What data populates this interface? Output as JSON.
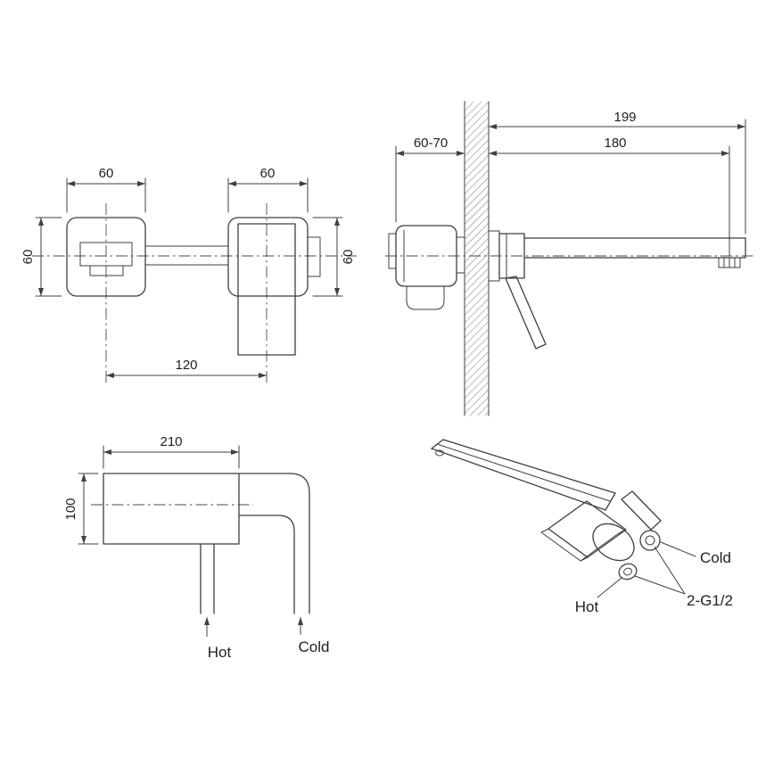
{
  "colors": {
    "line": "#3f3f3f",
    "text": "#1f1f1f",
    "background": "#ffffff"
  },
  "front_view": {
    "dim_left_plate_width": "60",
    "dim_right_plate_width": "60",
    "dim_left_plate_height": "60",
    "dim_right_plate_height": "60",
    "dim_center_spacing": "120"
  },
  "side_view": {
    "dim_wall_depth": "60-70",
    "dim_total_reach": "199",
    "dim_spout_reach": "180"
  },
  "plan_view": {
    "dim_length": "210",
    "dim_depth": "100",
    "hot_label": "Hot",
    "cold_label": "Cold"
  },
  "iso_view": {
    "cold_label": "Cold",
    "hot_label": "Hot",
    "connection_label": "2-G1/2"
  }
}
